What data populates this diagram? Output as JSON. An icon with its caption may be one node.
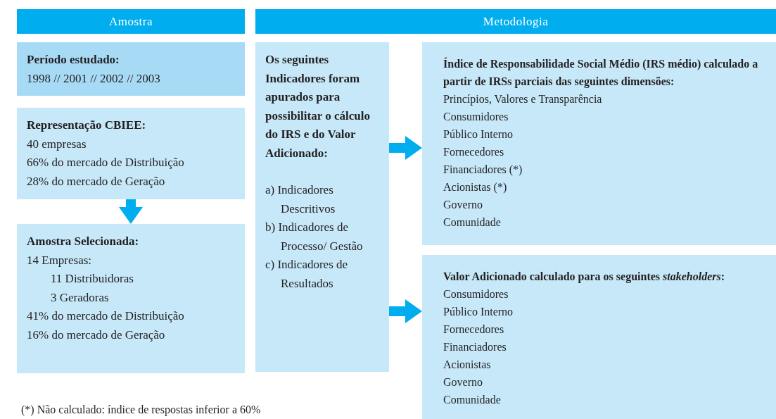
{
  "diagram": {
    "nodes": [
      {
        "text": [
          "Amostra"
        ]
      },
      {
        "text": [
          "Metodologia"
        ]
      },
      {
        "text": [
          "Período estudado:",
          "1998 // 2001 // 2002 // 2003"
        ]
      },
      {
        "text": [
          "Representação CBIEE:",
          "40 empresas",
          "66% do mercado de Distribuição",
          "28% do mercado de Geração"
        ]
      },
      {
        "text": [
          "Amostra Selecionada:",
          "14 Empresas:",
          "11 Distribuidoras",
          "3 Geradoras",
          "41% do mercado de Distribuição",
          "16% do mercado de Geração"
        ]
      },
      {
        "text": [
          "Os seguintes Indicadores foram apurados para possibilitar o cálculo do IRS e do Valor Adicionado:",
          "a) Indicadores Descritivos",
          "b) Indicadores de Processo/ Gestão",
          "c) Indicadores de Resultados"
        ]
      },
      {
        "text": [
          "Índice de Responsabilidade Social Médio (IRS médio) calculado a partir de IRSs parciais das seguintes dimensões:",
          "Princípios, Valores e Transparência",
          "Consumidores",
          "Público Interno",
          "Fornecedores",
          "Financiadores (*)",
          "Acionistas (*)",
          "Governo",
          "Comunidade"
        ]
      },
      {
        "text": [
          "Valor Adicionado calculado para os seguintes *stakeholders*:",
          "Consumidores",
          "Público Interno",
          "Fornecedores",
          "Financiadores",
          "Acionistas",
          "Governo",
          "Comunidade"
        ]
      }
    ],
    "edges": [
      {
        "from": 3,
        "to": 4,
        "arrow": "to"
      },
      {
        "from": 5,
        "to": 6,
        "arrow": "to"
      },
      {
        "from": 5,
        "to": 7,
        "arrow": "to"
      }
    ],
    "labels": [
      "(*) Não calculado: índice de respostas inferior a 60%"
    ]
  }
}
